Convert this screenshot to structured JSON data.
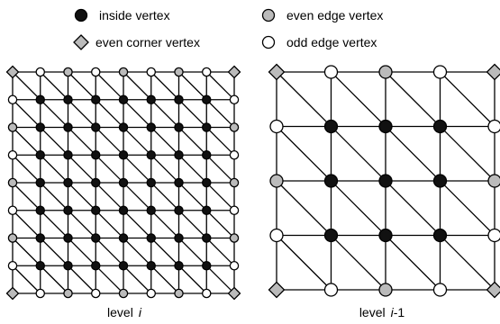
{
  "legend": [
    {
      "key": "inside",
      "label": "inside vertex",
      "symbol": "filled-circle"
    },
    {
      "key": "even_edge",
      "label": "even edge vertex",
      "symbol": "gray-circle"
    },
    {
      "key": "even_corner",
      "label": "even corner vertex",
      "symbol": "gray-diamond"
    },
    {
      "key": "odd_edge",
      "label": "odd edge vertex",
      "symbol": "open-circle"
    }
  ],
  "colors": {
    "inside": "#111111",
    "even_edge": "#bbbbbb",
    "even_corner": "#bbbbbb",
    "odd_edge": "#ffffff",
    "line": "#000000"
  },
  "panels": [
    {
      "key": "fine",
      "caption_prefix": "level",
      "caption_italic": "i",
      "caption_suffix": "",
      "cells": 8
    },
    {
      "key": "coarse",
      "caption_prefix": "level",
      "caption_italic": "i",
      "caption_suffix": "-1",
      "cells": 4
    }
  ]
}
